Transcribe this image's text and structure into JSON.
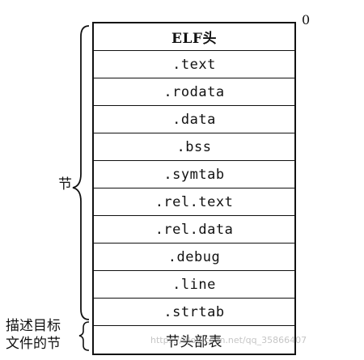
{
  "start_offset": "0",
  "rows": [
    ".text",
    ".rodata",
    ".data",
    ".bss",
    ".symtab",
    ".rel.text",
    ".rel.data",
    ".debug",
    ".line",
    ".strtab"
  ],
  "header_row": "ELF头",
  "footer_row": "节头部表",
  "labels": {
    "sections": "节",
    "desc_line1": "描述目标",
    "desc_line2": "文件的节"
  },
  "watermark": "https://blog.csdn.net/qq_35866407"
}
